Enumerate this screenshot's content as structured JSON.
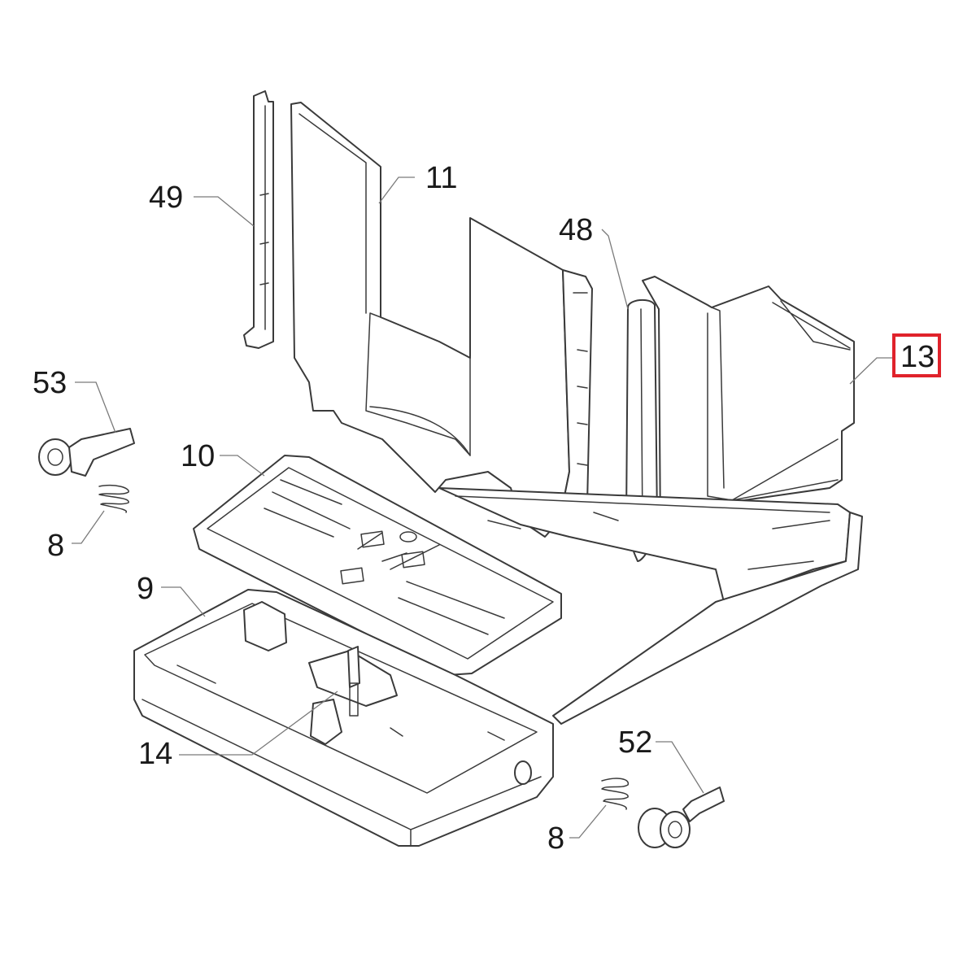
{
  "callouts": [
    {
      "id": "49",
      "label": "49"
    },
    {
      "id": "11",
      "label": "11"
    },
    {
      "id": "48",
      "label": "48"
    },
    {
      "id": "13",
      "label": "13",
      "highlighted": true
    },
    {
      "id": "53",
      "label": "53"
    },
    {
      "id": "10",
      "label": "10"
    },
    {
      "id": "8a",
      "label": "8"
    },
    {
      "id": "9",
      "label": "9"
    },
    {
      "id": "14",
      "label": "14"
    },
    {
      "id": "52",
      "label": "52"
    },
    {
      "id": "8b",
      "label": "8"
    }
  ],
  "colors": {
    "highlight": "#e0222b",
    "line": "#3a3a3a",
    "leader": "#7a7a7a"
  }
}
